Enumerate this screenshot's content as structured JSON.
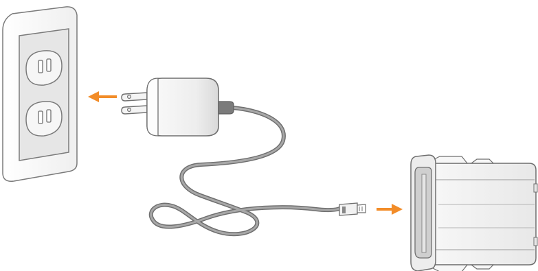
{
  "diagram": {
    "parts": [
      {
        "id": "wall-outlet",
        "icon": "wall-outlet-icon",
        "sockets": 2
      },
      {
        "id": "power-adapter",
        "icon": "power-adapter-icon"
      },
      {
        "id": "usb-cable",
        "icon": "cable-icon",
        "connector": "micro-usb-icon"
      },
      {
        "id": "charging-device",
        "icon": "battery-device-icon"
      }
    ],
    "arrows": [
      {
        "id": "arrow-to-outlet",
        "direction": "left"
      },
      {
        "id": "arrow-to-device",
        "direction": "right"
      }
    ]
  },
  "colors": {
    "arrow": "#f28c28",
    "outline": "#6f6f6f",
    "outlet_face": "#e6e6e6",
    "outlet_plate": "#f7f7f7",
    "adapter_body": "#f2f2f2",
    "cable": "#8a8a8a",
    "device_body": "#f3f3f3"
  }
}
